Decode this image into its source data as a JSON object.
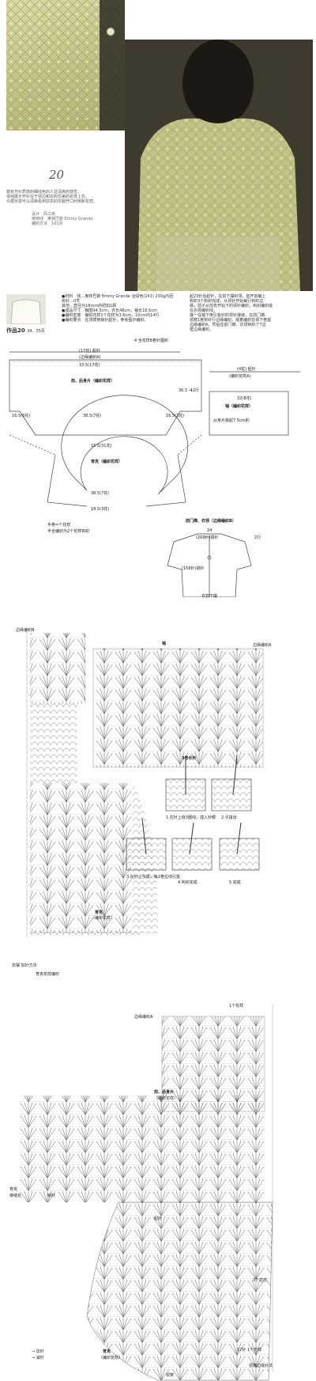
{
  "page": {
    "model_number": "20",
    "intro_lines": [
      "富有开衫质感的细线色的人显清爽的感觉，",
      "单纯展示开衫在于领边和衣的优美的花样上衣。",
      "众展示技可以清晰看到前衣的衣服开口利用新花样。"
    ],
    "credits": [
      "设计　风工房",
      "使用线　奥林巴斯 Emmy Grande",
      "编织方法　101页"
    ],
    "work_title": "作品20",
    "work_sizes": "34、35页",
    "materials": [
      "●材料　线…奥林巴斯 Emmy Grande 淡绿色(241) 230g/5团",
      "钩针…0号",
      "其他…直径为18mm的纽扣1颗",
      "●成品尺寸　胸围94.5cm，衣长48cm，袖长18.5cm",
      "●编织密度　编织花样1个花样为3.6cm，10cm内14行",
      "●编织要点　在领窝用锁针起针，参考图示编织。"
    ],
    "notes": [
      "起23针后起针，在前下摆织领，首开前编上",
      "钩织3个钩织完成，从领针开始每行钩织边",
      "缘，前子从前克开始下的领针编织，钩织编织成",
      "在衣领编织线，",
      "接一在袖下用引拔针的领针接缝，在前门襟、",
      "领窝1卷钩针行边缘编织，缝着编织在领下卷拔",
      "边缘编织A，然后在前门襟、衣领钩织了7边",
      "框边缘编织。"
    ]
  },
  "diagram_top": {
    "width_label": "4 全花样8卷针图织",
    "body_label": "前、后身片（编织花样）",
    "top_width": "(17花) 起针",
    "edge_label": "(边缘编织A)",
    "inner_width": "33.5(17花)",
    "left_side": "30.5 -42行",
    "sleeve_label": "袖（编织花样）",
    "sleeve_top": "(4花) 起针",
    "sleeve_edge": "(编织花样A)",
    "sleeve_dims": "32(8花)",
    "sleeve_note": "从身片挑起7.5cm的",
    "bottom_left": "16.5(6花)",
    "bottom_mid": "38.5(7花)",
    "bottom_right": "16.5(3花)",
    "yoke_label": "育克（编织花样）",
    "yoke_outer": "15.5(31花)",
    "yoke_inner": "38.5(7花)",
    "yoke_bottom": "18.5(3花)",
    "yoke_note1": "半卷=个花样",
    "yoke_note2": "半全编织为2个花样钩织",
    "front_label": "前门襟、衣领（边缘编织B）",
    "front_width": "24",
    "front_stitch": "(209针)挑针",
    "front_right": "2行",
    "front_left_mid": "(156针)挑针",
    "front_bottom": "衣扣下摆"
  },
  "diagram_mid": {
    "title_left": "边缘编织B",
    "sleeve_center": "袖",
    "sleeve_right": "边缘编织A",
    "body_label": "育克",
    "body_label2": "（编织花样）",
    "bottom_label": "衣摆 加针方法",
    "bottom_label2": "育克花样编织",
    "howto_title": "3卷长针",
    "steps": [
      "1.在针上绕3圈线，插入针眼",
      "2.引拔出",
      "3.在针上引拔，每2卷拉线引拔",
      "4.钩织完成",
      "5.完成"
    ]
  },
  "diagram_bottom": {
    "top_label": "边缘编织A",
    "top_right": "1个花样",
    "front_label": "前、后身片",
    "front_label2": "（编织花样）",
    "left_label": "育克",
    "left_label2": "接缝处",
    "stitch_label": "锁针",
    "mid_label": "起针",
    "yoke_label": "育克",
    "yoke_label2": "（编织花样）",
    "arrow1": "→ 加针",
    "arrow2": "→ 减针",
    "right_label": "3个花样",
    "right_label2": "12针 1个花样",
    "corner_label": "领窝边缘针法",
    "corner_label2": "领窝"
  },
  "colors": {
    "sweater_a": "#c9c98e",
    "sweater_b": "#a9a86a",
    "bg_dark": "#4a4436",
    "line": "#444444"
  }
}
